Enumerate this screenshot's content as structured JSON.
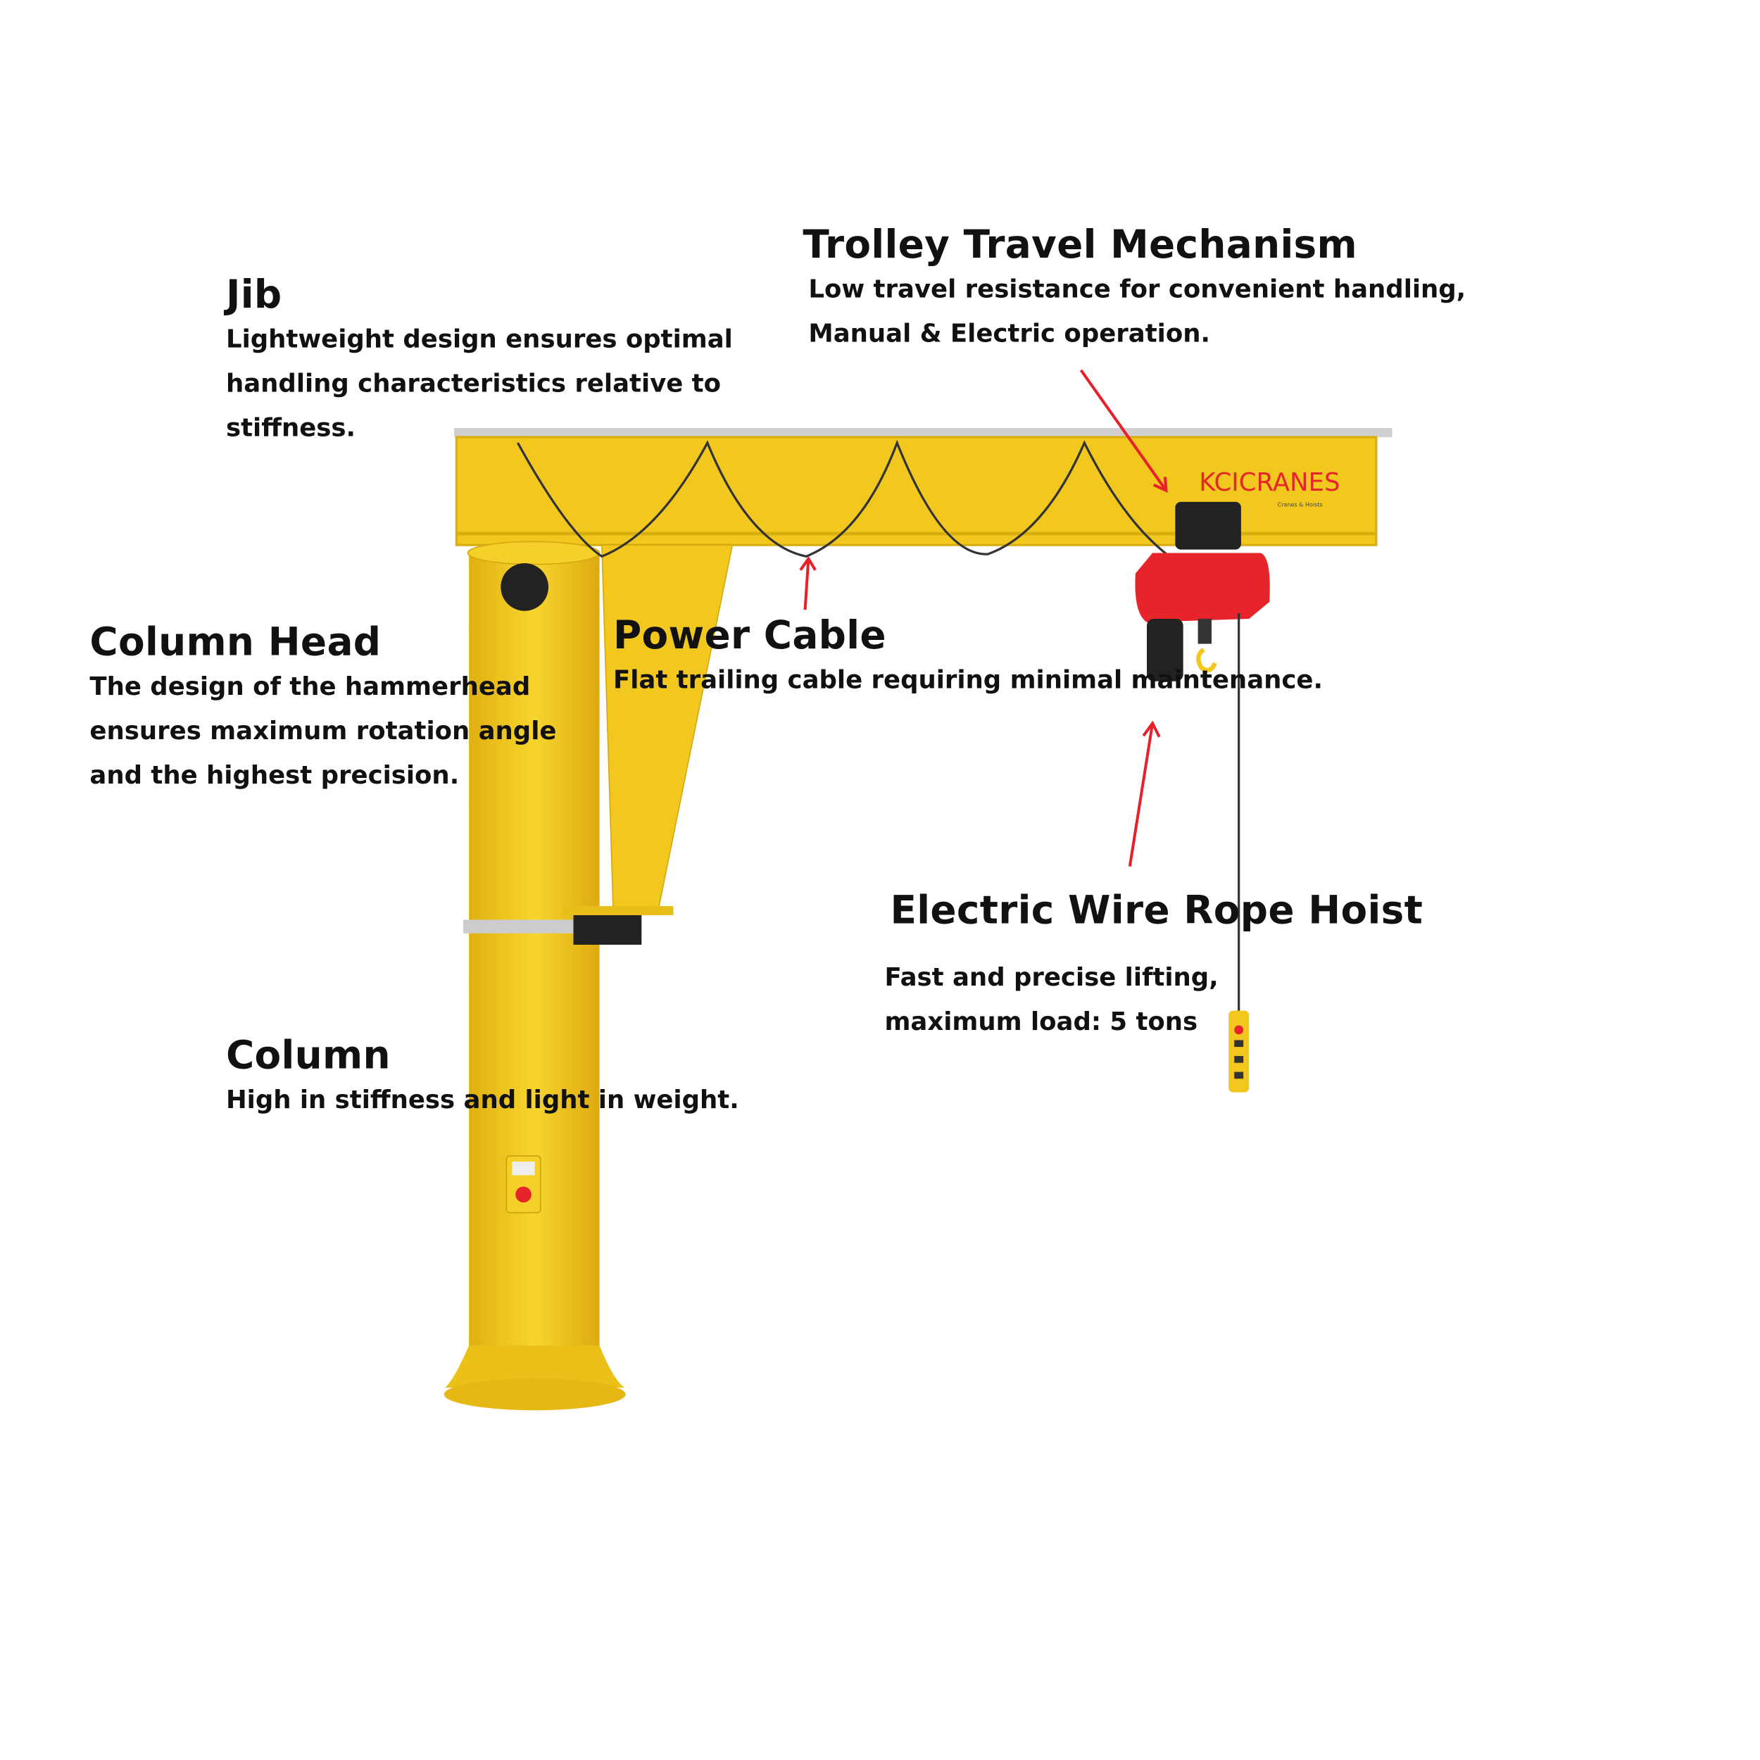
{
  "logo": {
    "brand": "KCICRANES",
    "tagline": "Cranes & Hoists"
  },
  "colors": {
    "crane_yellow": "#F2C81E",
    "hoist_red": "#E8242B",
    "arrow_red": "#E8202A"
  },
  "labels": {
    "trolley": {
      "title": "Trolley Travel Mechanism",
      "lines": [
        "Low travel resistance for convenient handling,",
        "Manual & Electric operation."
      ]
    },
    "jib": {
      "title": "Jib",
      "lines": [
        "Lightweight design ensures optimal",
        "handling characteristics relative to",
        "stiffness."
      ]
    },
    "column_head": {
      "title": "Column Head",
      "lines": [
        "The design of the hammerhead",
        "ensures maximum rotation angle",
        "and the highest precision."
      ]
    },
    "power_cable": {
      "title": "Power Cable",
      "lines": [
        "Flat trailing cable requiring minimal maintenance."
      ]
    },
    "hoist": {
      "title": "Electric Wire Rope Hoist",
      "lines": [
        "Fast and precise lifting,",
        "maximum load: 5 tons"
      ]
    },
    "column": {
      "title": "Column",
      "lines": [
        "High in stiffness and light in weight."
      ]
    }
  }
}
